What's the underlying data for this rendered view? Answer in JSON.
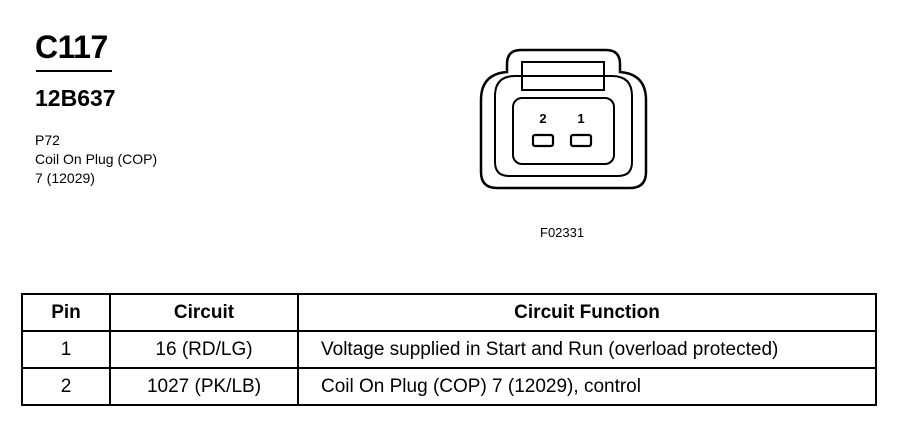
{
  "connector": {
    "id": "C117",
    "part_number": "12B637",
    "location": "P72",
    "description": "Coil On Plug (COP)",
    "component": "7 (12029)",
    "figure_code": "F02331",
    "pin_labels": [
      "2",
      "1"
    ]
  },
  "table": {
    "headers": [
      "Pin",
      "Circuit",
      "Circuit Function"
    ],
    "rows": [
      {
        "pin": "1",
        "circuit": "16 (RD/LG)",
        "function": "Voltage supplied in Start and Run (overload protected)"
      },
      {
        "pin": "2",
        "circuit": "1027 (PK/LB)",
        "function": "Coil On Plug (COP) 7 (12029), control"
      }
    ]
  }
}
